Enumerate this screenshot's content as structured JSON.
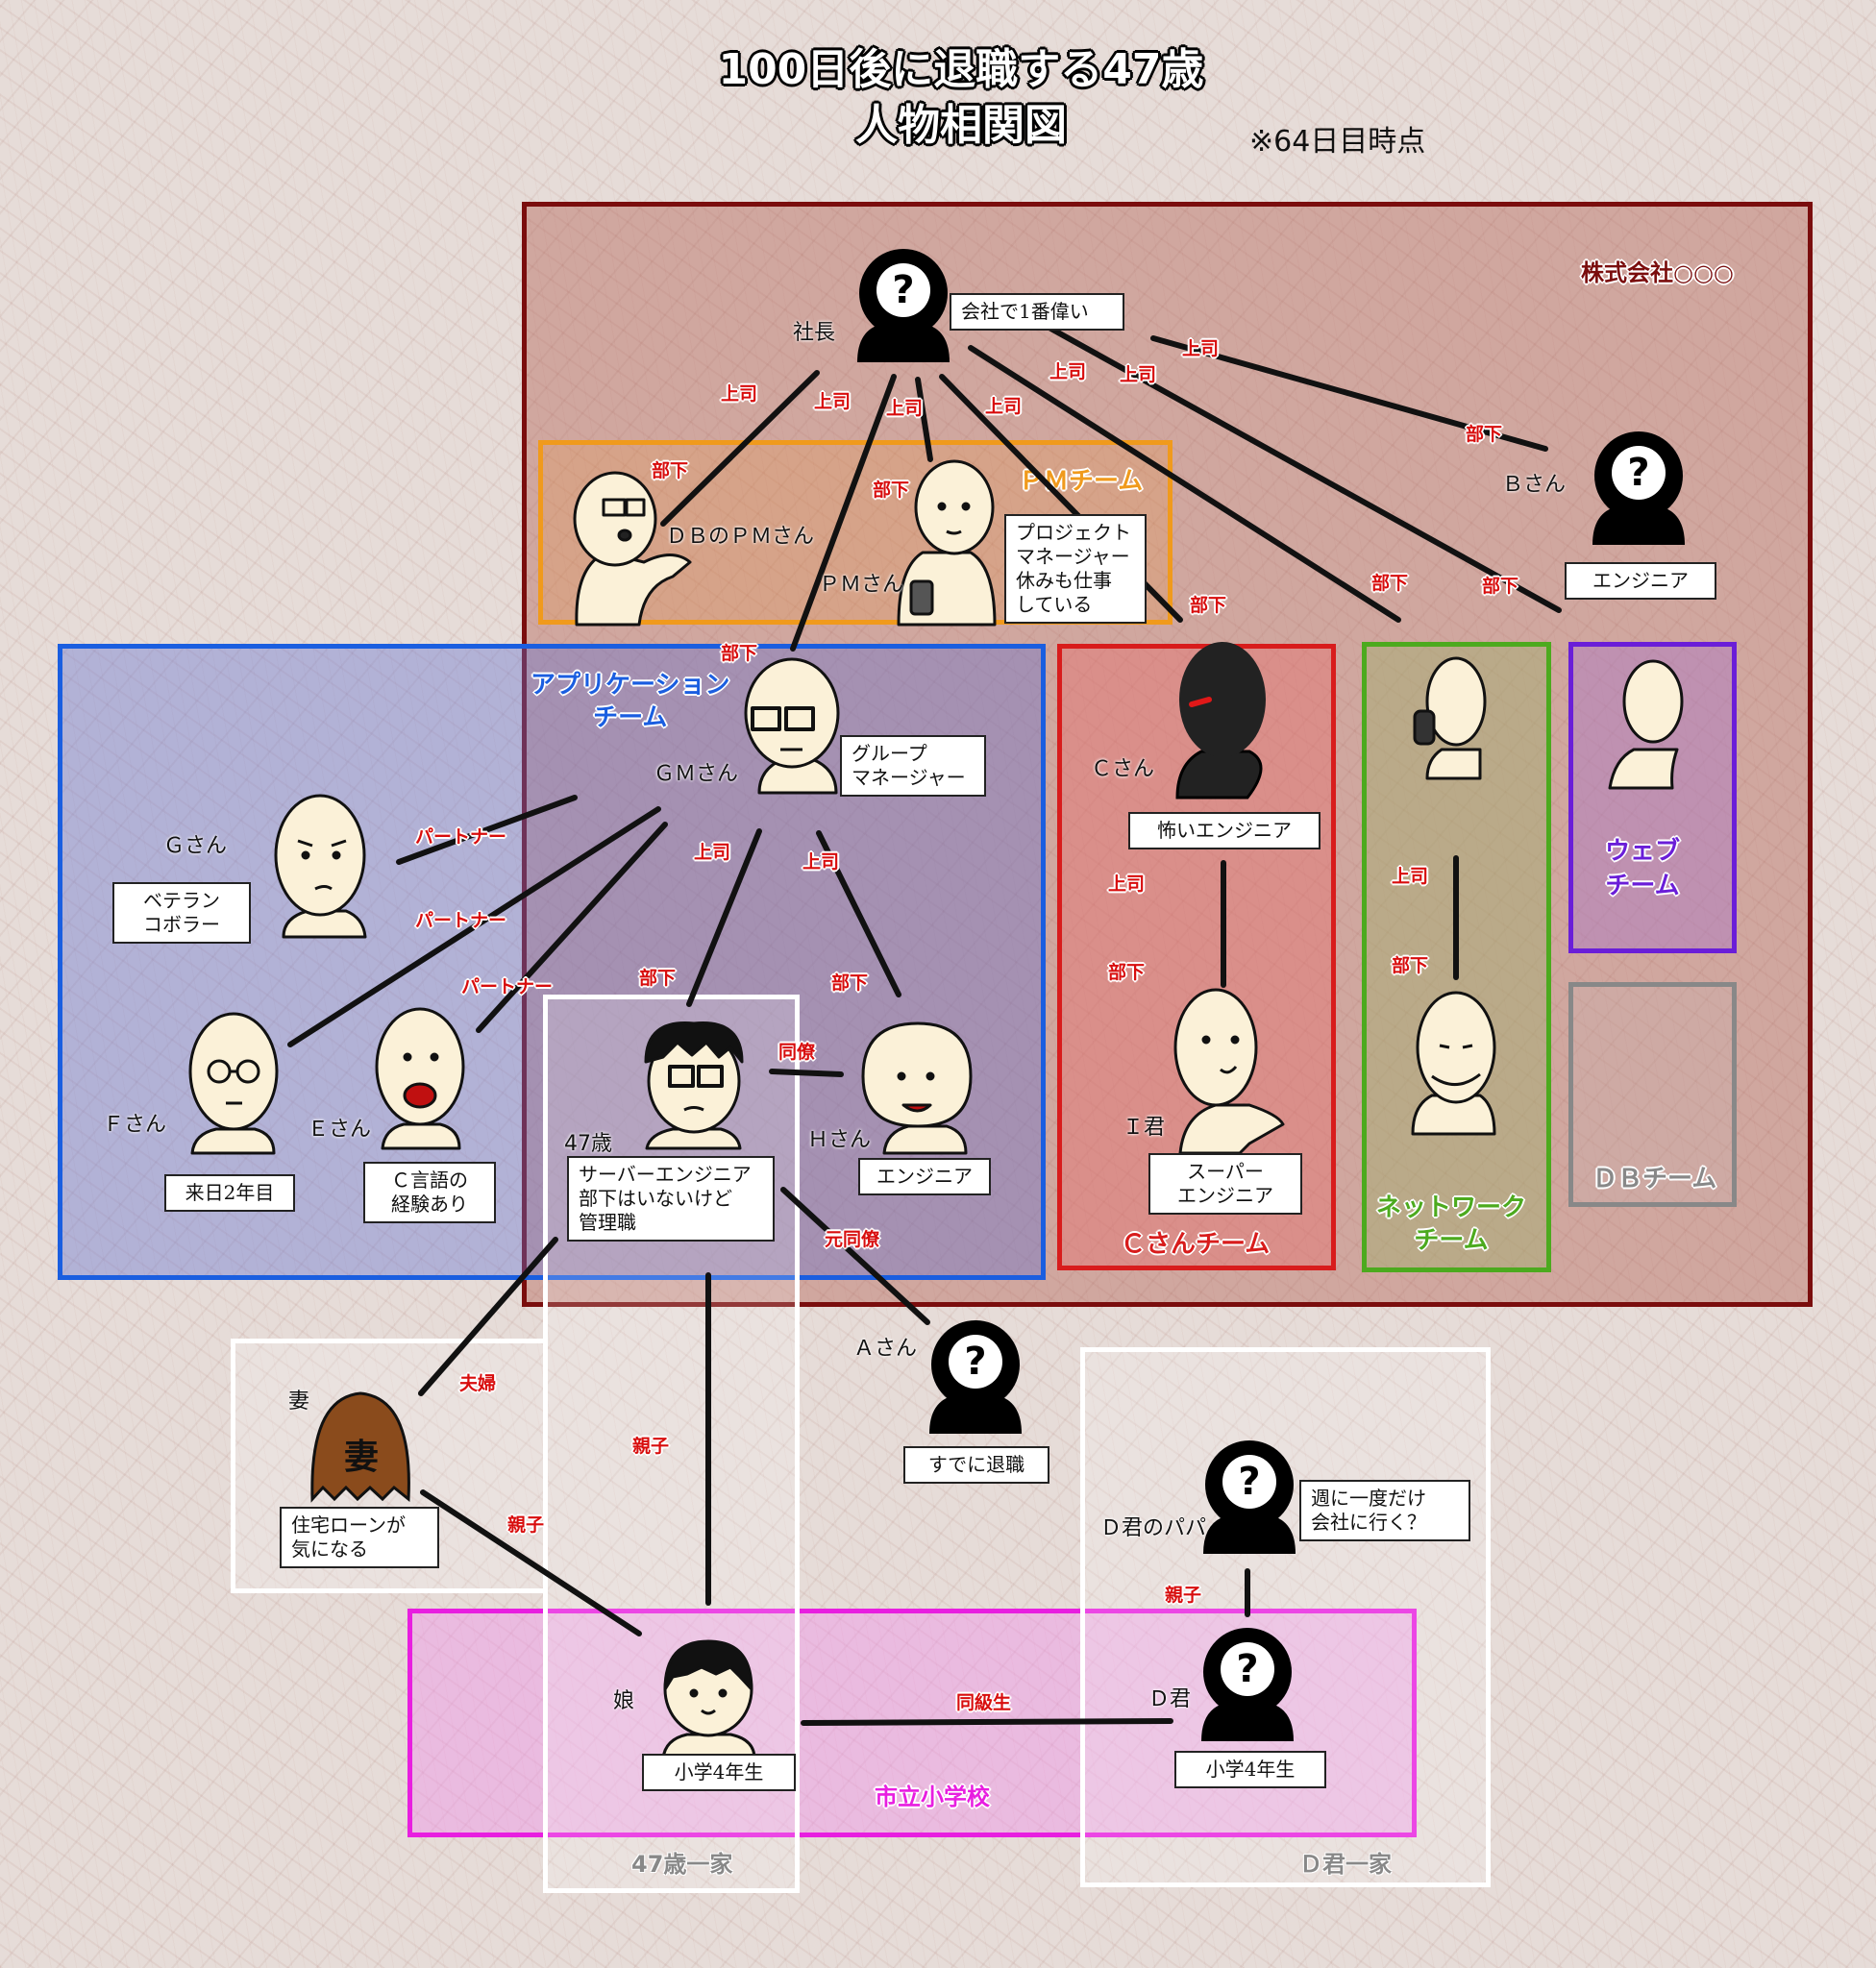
{
  "title": {
    "line1": "100日後に退職する47歳",
    "line2": "人物相関図"
  },
  "note": "※64日目時点",
  "groups": {
    "company": "株式会社○○○",
    "pm_team": "ＰＭチーム",
    "app_team": "アプリケーション\nチーム",
    "c_team": "Ｃさんチーム",
    "network_team": "ネットワーク\nチーム",
    "web_team": "ウェブ\nチーム",
    "db_team": "ＤＢチーム",
    "family_47": "47歳一家",
    "family_d": "Ｄ君一家",
    "school": "市立小学校"
  },
  "people": {
    "president": {
      "name": "社長",
      "desc": "会社で1番偉い"
    },
    "b": {
      "name": "Ｂさん",
      "desc": "エンジニア"
    },
    "db_pm": {
      "name": "ＤＢのＰＭさん"
    },
    "pm": {
      "name": "ＰＭさん",
      "desc": "プロジェクト\nマネージャー\n休みも仕事\nしている"
    },
    "gm": {
      "name": "ＧＭさん",
      "desc": "グループ\nマネージャー"
    },
    "g": {
      "name": "Ｇさん",
      "desc": "ベテラン\nコボラー"
    },
    "f": {
      "name": "Ｆさん",
      "desc": "来日2年目"
    },
    "e": {
      "name": "Ｅさん",
      "desc": "Ｃ言語の\n経験あり"
    },
    "me": {
      "name": "47歳",
      "desc": "サーバーエンジニア\n部下はいないけど\n管理職"
    },
    "h": {
      "name": "Ｈさん",
      "desc": "エンジニア"
    },
    "c": {
      "name": "Ｃさん",
      "desc": "怖いエンジニア"
    },
    "i": {
      "name": "Ｉ君",
      "desc": "スーパー\nエンジニア"
    },
    "a": {
      "name": "Ａさん",
      "desc": "すでに退職"
    },
    "wife": {
      "name": "妻",
      "desc": "住宅ローンが\n気になる",
      "hair_char": "妻"
    },
    "d_papa": {
      "name": "Ｄ君のパパ",
      "desc": "週に一度だけ\n会社に行く？"
    },
    "daughter": {
      "name": "娘",
      "desc": "小学4年生"
    },
    "d": {
      "name": "Ｄ君",
      "desc": "小学4年生"
    }
  },
  "relations": {
    "joushi": "上司",
    "buka": "部下",
    "partner": "パートナー",
    "douryou": "同僚",
    "moto_douryou": "元同僚",
    "fuufu": "夫婦",
    "oyako": "親子",
    "doukyuusei": "同級生"
  },
  "unknown_mark": "?",
  "colors": {
    "company": "#7a0d0d",
    "pm_team": "#f09a1c",
    "app_team": "#1a5ee0",
    "c_team": "#d81c1c",
    "network_team": "#4caa1e",
    "web_team": "#6a1ed8",
    "db_team": "#888888",
    "family": "#ffffff",
    "school": "#e81ee0",
    "relation": "#d80d0d"
  }
}
